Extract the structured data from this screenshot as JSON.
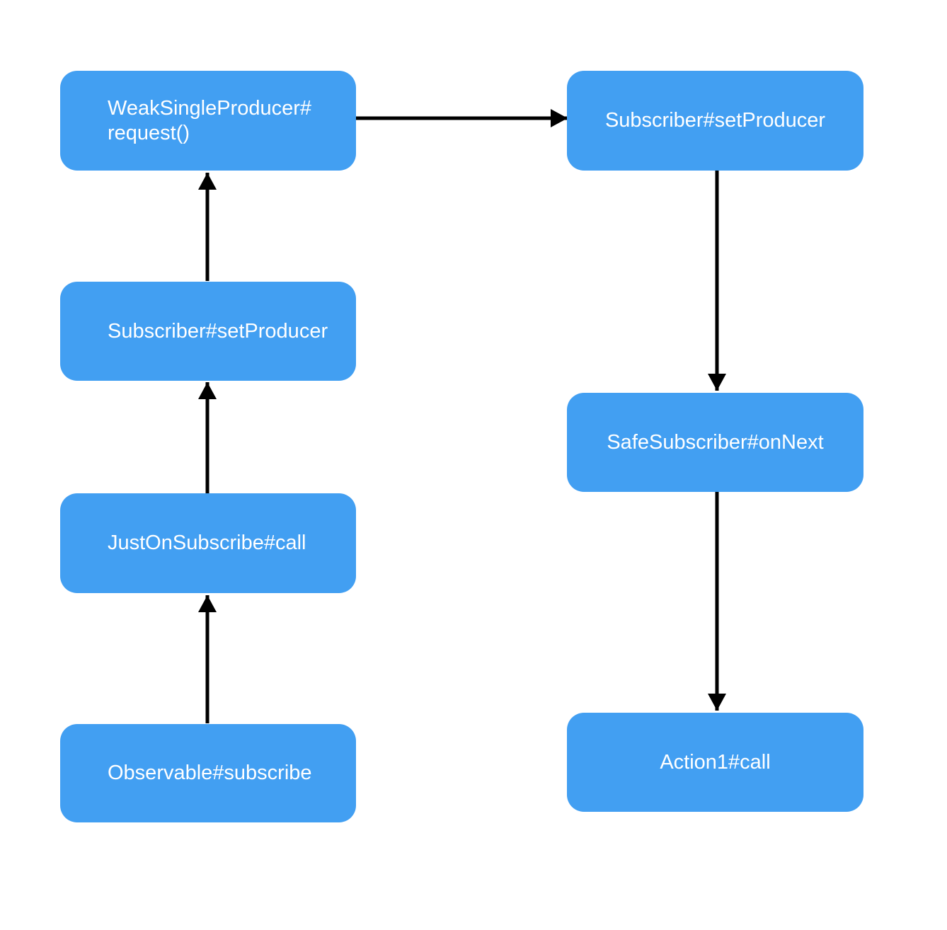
{
  "colors": {
    "node_fill": "#429FF2",
    "node_text": "#FFFFFF",
    "arrow": "#000000",
    "background": "#FFFFFF"
  },
  "diagram": {
    "type": "flowchart",
    "nodes": [
      {
        "id": "weak-single-producer-request",
        "label": "WeakSingleProducer#\nrequest()"
      },
      {
        "id": "subscriber-set-producer-left",
        "label": "Subscriber#setProducer"
      },
      {
        "id": "just-on-subscribe-call",
        "label": "JustOnSubscribe#call"
      },
      {
        "id": "observable-subscribe",
        "label": "Observable#subscribe"
      },
      {
        "id": "subscriber-set-producer-right",
        "label": "Subscriber#setProducer"
      },
      {
        "id": "safe-subscriber-on-next",
        "label": "SafeSubscriber#onNext"
      },
      {
        "id": "action1-call",
        "label": "Action1#call"
      }
    ],
    "edges": [
      {
        "from": "observable-subscribe",
        "to": "just-on-subscribe-call",
        "direction": "up"
      },
      {
        "from": "just-on-subscribe-call",
        "to": "subscriber-set-producer-left",
        "direction": "up"
      },
      {
        "from": "subscriber-set-producer-left",
        "to": "weak-single-producer-request",
        "direction": "up"
      },
      {
        "from": "weak-single-producer-request",
        "to": "subscriber-set-producer-right",
        "direction": "right"
      },
      {
        "from": "subscriber-set-producer-right",
        "to": "safe-subscriber-on-next",
        "direction": "down"
      },
      {
        "from": "safe-subscriber-on-next",
        "to": "action1-call",
        "direction": "down"
      }
    ]
  }
}
